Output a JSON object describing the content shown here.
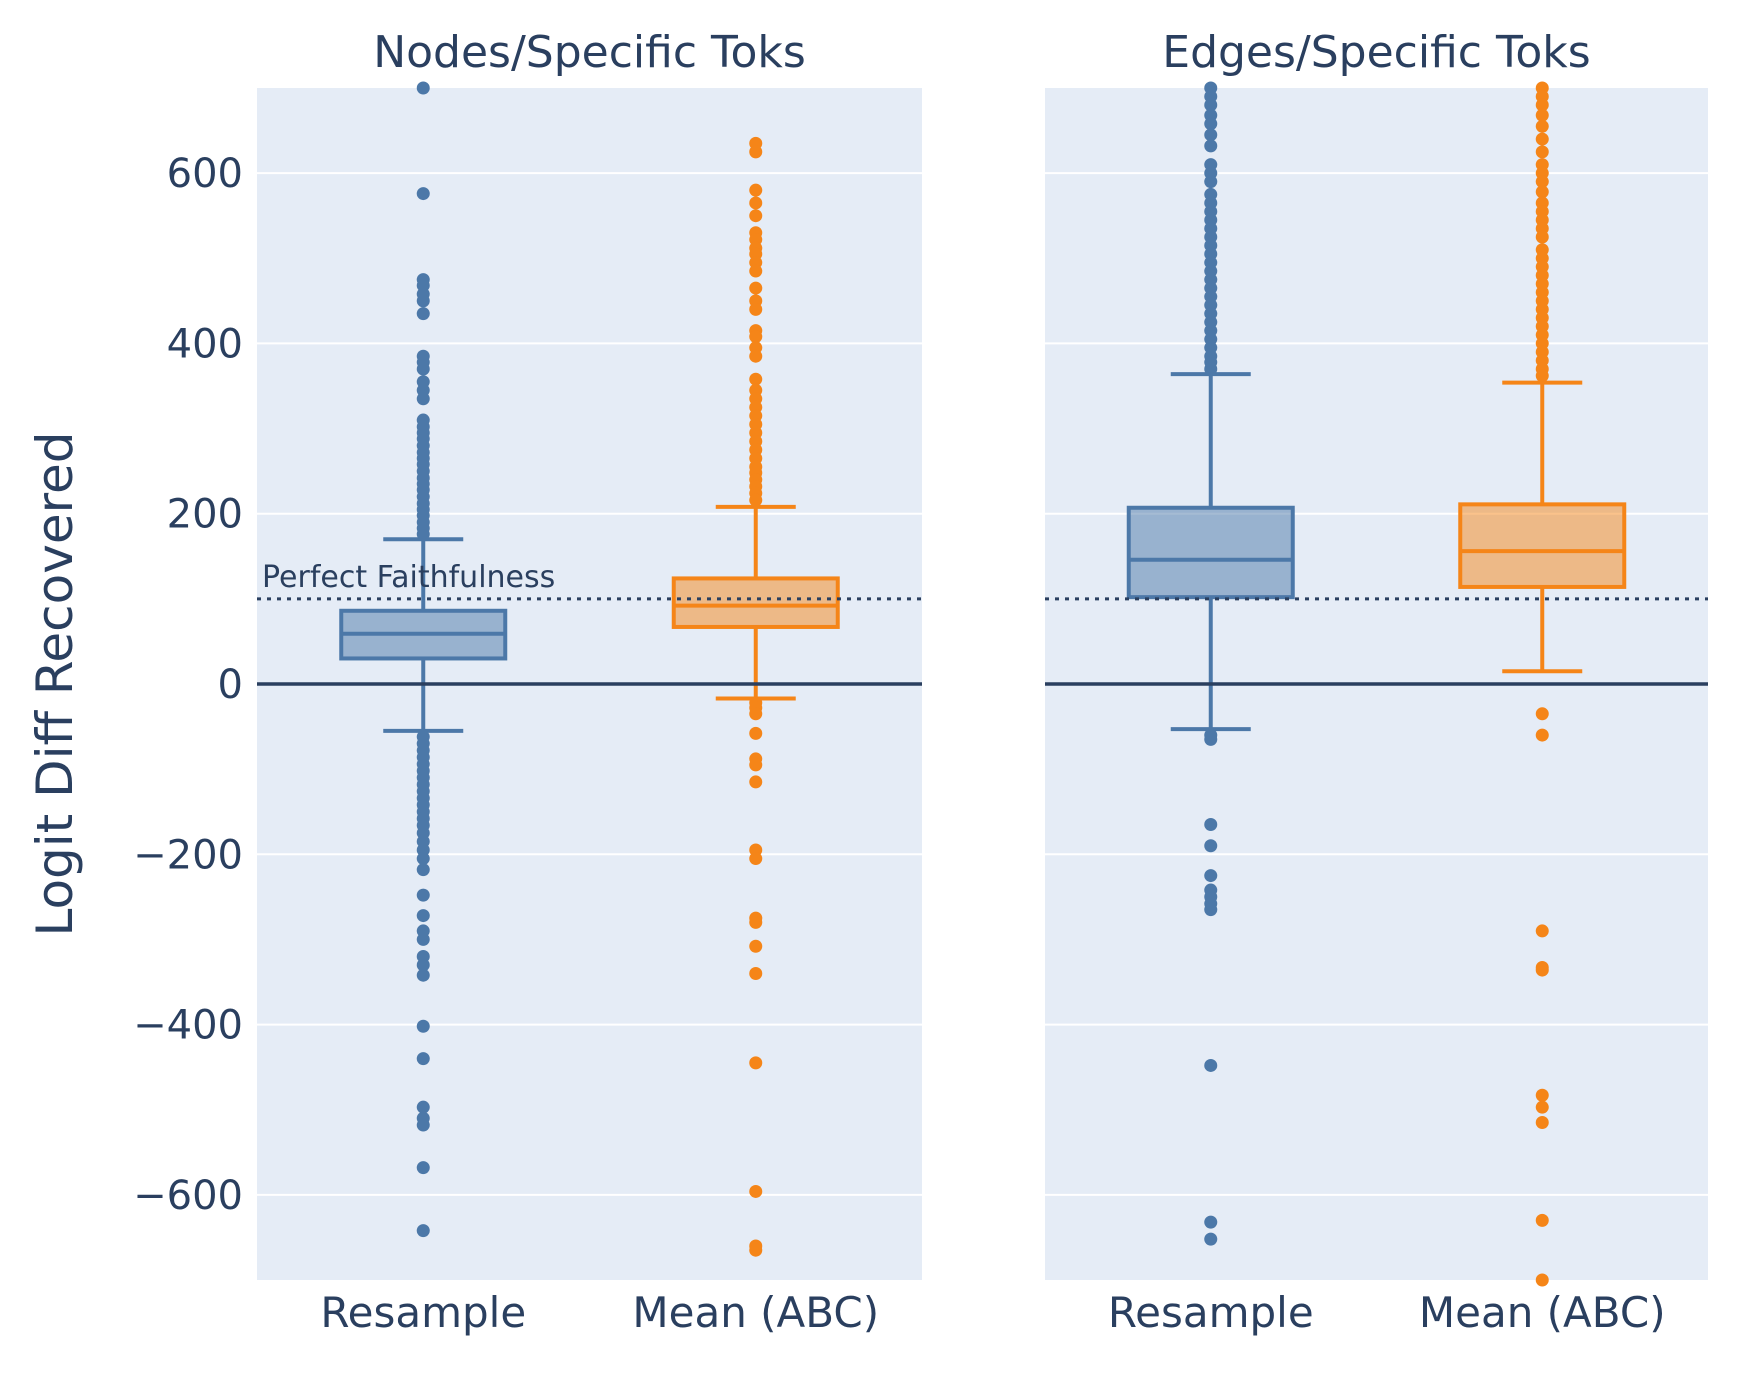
{
  "chart_data": {
    "type": "box",
    "ylabel": "Logit Diff Recovered",
    "ylim": [
      -700,
      700
    ],
    "yticks": [
      -600,
      -400,
      -200,
      0,
      200,
      400,
      600
    ],
    "ytick_labels": [
      "−600",
      "−400",
      "−200",
      "0",
      "200",
      "400",
      "600"
    ],
    "grid": true,
    "reference_lines": [
      {
        "y": 0,
        "style": "solid"
      },
      {
        "y": 100,
        "style": "dotted",
        "label": "Perfect Faithfulness"
      }
    ],
    "categories": [
      "Resample",
      "Mean (ABC)"
    ],
    "colors": {
      "Resample": "#4c78a8",
      "Mean (ABC)": "#f58518"
    },
    "panels": [
      {
        "title": "Nodes/Specific Toks",
        "boxes": [
          {
            "category": "Resample",
            "q1": 30,
            "median": 59,
            "q3": 86,
            "whisker_low": -55,
            "whisker_high": 170,
            "outliers": [
              700,
              576,
              475,
              468,
              458,
              450,
              435,
              385,
              378,
              370,
              355,
              345,
              335,
              310,
              302,
              295,
              288,
              280,
              272,
              265,
              258,
              250,
              242,
              235,
              228,
              220,
              212,
              205,
              198,
              190,
              183,
              176,
              -62,
              -70,
              -78,
              -86,
              -94,
              -102,
              -110,
              -118,
              -126,
              -134,
              -142,
              -150,
              -158,
              -166,
              -175,
              -185,
              -195,
              -205,
              -218,
              -248,
              -272,
              -290,
              -300,
              -320,
              -330,
              -342,
              -402,
              -440,
              -497,
              -510,
              -518,
              -568,
              -642
            ]
          },
          {
            "category": "Mean (ABC)",
            "q1": 67,
            "median": 92,
            "q3": 124,
            "whisker_low": -17,
            "whisker_high": 208,
            "outliers": [
              635,
              625,
              580,
              565,
              550,
              530,
              522,
              512,
              505,
              495,
              485,
              465,
              450,
              440,
              415,
              408,
              395,
              385,
              358,
              345,
              335,
              325,
              315,
              305,
              295,
              285,
              275,
              265,
              255,
              248,
              240,
              232,
              224,
              216,
              -22,
              -28,
              -35,
              -58,
              -88,
              -95,
              -115,
              -195,
              -205,
              -275,
              -280,
              -308,
              -340,
              -445,
              -596,
              -660,
              -665
            ]
          }
        ]
      },
      {
        "title": "Edges/Specific Toks",
        "boxes": [
          {
            "category": "Resample",
            "q1": 102,
            "median": 146,
            "q3": 207,
            "whisker_low": -53,
            "whisker_high": 364,
            "outliers": [
              700,
              690,
              680,
              668,
              658,
              645,
              632,
              610,
              600,
              590,
              575,
              565,
              555,
              545,
              535,
              525,
              515,
              505,
              495,
              485,
              475,
              465,
              455,
              445,
              435,
              425,
              415,
              405,
              395,
              385,
              378,
              370,
              -60,
              -65,
              -165,
              -190,
              -225,
              -242,
              -250,
              -258,
              -265,
              -448,
              -632,
              -652
            ]
          },
          {
            "category": "Mean (ABC)",
            "q1": 114,
            "median": 156,
            "q3": 211,
            "whisker_low": 15,
            "whisker_high": 354,
            "outliers": [
              700,
              690,
              680,
              668,
              655,
              640,
              625,
              610,
              600,
              590,
              578,
              565,
              555,
              545,
              535,
              525,
              510,
              500,
              490,
              480,
              470,
              460,
              450,
              440,
              430,
              420,
              410,
              400,
              390,
              380,
              370,
              362,
              -35,
              -60,
              -290,
              -333,
              -336,
              -483,
              -497,
              -515,
              -630,
              -700
            ]
          }
        ]
      }
    ]
  }
}
